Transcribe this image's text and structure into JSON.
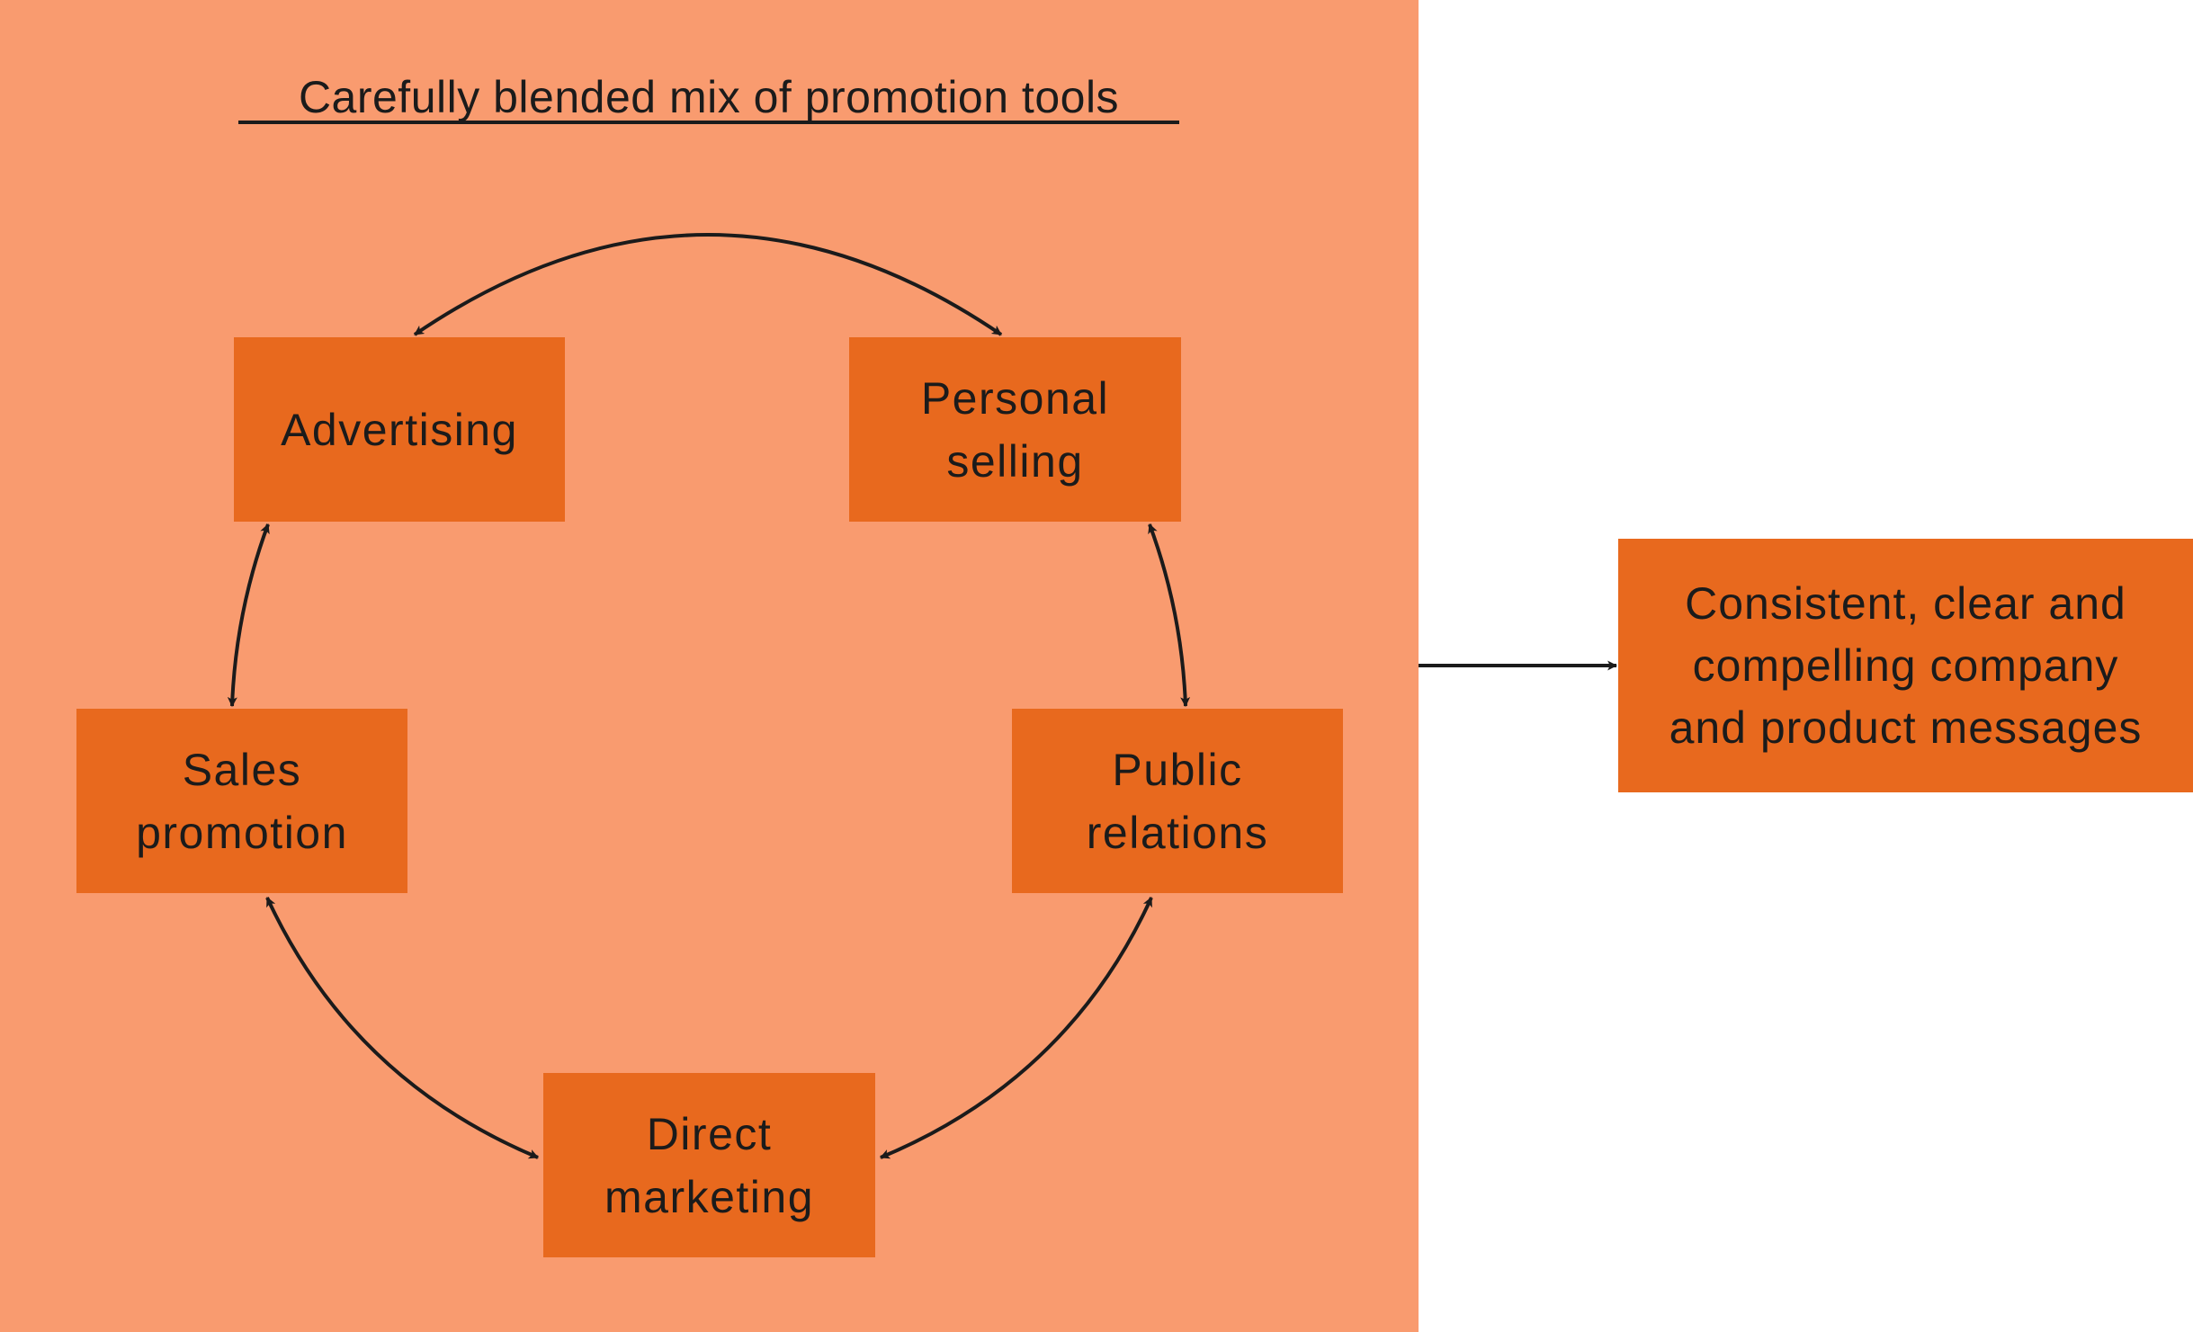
{
  "diagram": {
    "title": "Carefully blended mix of promotion tools",
    "colors": {
      "panel": "#f99b6f",
      "box": "#e8691e",
      "text": "#1b1b1b",
      "background": "#ffffff"
    },
    "tools": [
      {
        "id": "advertising",
        "lines": [
          "Advertising"
        ]
      },
      {
        "id": "personal-selling",
        "lines": [
          "Personal",
          "selling"
        ]
      },
      {
        "id": "sales-promotion",
        "lines": [
          "Sales",
          "promotion"
        ]
      },
      {
        "id": "public-relations",
        "lines": [
          "Public",
          "relations"
        ]
      },
      {
        "id": "direct-marketing",
        "lines": [
          "Direct",
          "marketing"
        ]
      }
    ],
    "connections": [
      {
        "from": "advertising",
        "to": "personal-selling",
        "type": "bidirectional"
      },
      {
        "from": "advertising",
        "to": "sales-promotion",
        "type": "bidirectional"
      },
      {
        "from": "personal-selling",
        "to": "public-relations",
        "type": "bidirectional"
      },
      {
        "from": "sales-promotion",
        "to": "direct-marketing",
        "type": "bidirectional"
      },
      {
        "from": "public-relations",
        "to": "direct-marketing",
        "type": "bidirectional"
      },
      {
        "from": "promotion-mix",
        "to": "outcome",
        "type": "directed"
      }
    ],
    "outcome": {
      "lines": [
        "Consistent, clear and",
        "compelling company",
        "and product messages"
      ]
    }
  }
}
